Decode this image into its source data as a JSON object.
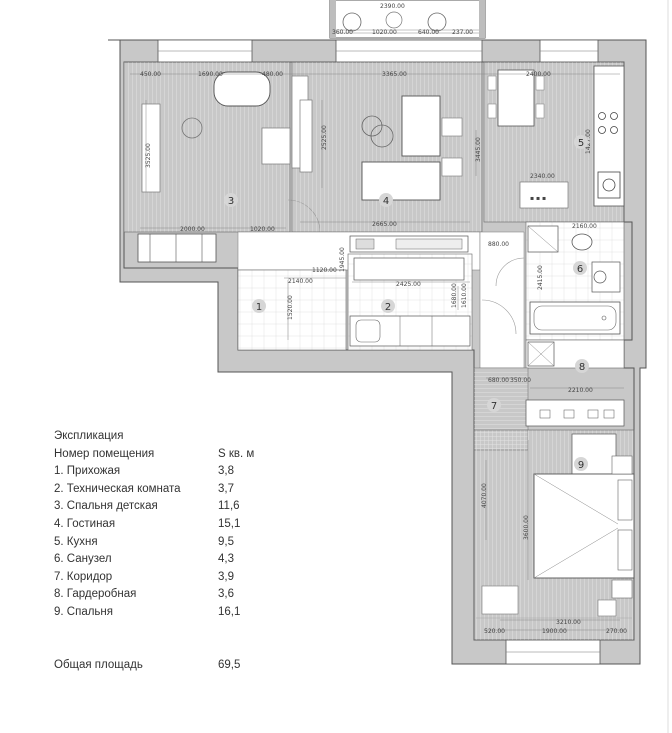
{
  "plan": {
    "room_numbers": [
      "1",
      "2",
      "3",
      "4",
      "5",
      "6",
      "7",
      "8",
      "9"
    ],
    "dimensions": {
      "top_balcony_width": "2390.00",
      "balcony_a": "360.00",
      "balcony_b": "1020.00",
      "balcony_c": "640.00",
      "balcony_d": "237.00",
      "r3_left": "450.00",
      "r3_mid": "1690.00",
      "r3_right": "480.00",
      "r4_width": "3365.00",
      "r5_width": "2400.00",
      "r3_height": "3525.00",
      "r4_height": "2525.00",
      "r5_height": "3445.00",
      "r5_short": "2340.00",
      "r5_sink": "1427.00",
      "r3_bottom_a": "2000.00",
      "r3_bottom_b": "1020.00",
      "corr_width": "2665.00",
      "r2_height": "1945.00",
      "door_gap": "880.00",
      "r6_width": "2160.00",
      "r6_height": "2415.00",
      "r1_width": "2140.00",
      "r1_inner": "1120.00",
      "r2_width": "2425.00",
      "r1_height": "1520.00",
      "r2_inner_a": "1680.00",
      "r2_inner_b": "1610.00",
      "r7_a": "680.00",
      "r7_b": "350.00",
      "r8_width": "2210.00",
      "r9_height": "4070.00",
      "r9_bed": "3600.00",
      "r9_width": "3210.00",
      "r9_left": "520.00",
      "r9_mid": "1900.00",
      "r9_right": "270.00"
    }
  },
  "explication": {
    "title": "Экспликация",
    "header_label": "Номер помещения",
    "header_value": "S кв. м",
    "rooms": [
      {
        "label": "1. Прихожая",
        "area": "3,8"
      },
      {
        "label": "2. Техническая комната",
        "area": "3,7"
      },
      {
        "label": "3. Спальня детская",
        "area": "11,6"
      },
      {
        "label": "4. Гостиная",
        "area": "15,1"
      },
      {
        "label": "5. Кухня",
        "area": "9,5"
      },
      {
        "label": "6. Санузел",
        "area": "4,3"
      },
      {
        "label": "7. Коридор",
        "area": "3,9"
      },
      {
        "label": "8. Гардеробная",
        "area": "3,6"
      },
      {
        "label": "9. Спальня",
        "area": "16,1"
      }
    ],
    "total_label": "Общая площадь",
    "total_value": "69,5"
  }
}
